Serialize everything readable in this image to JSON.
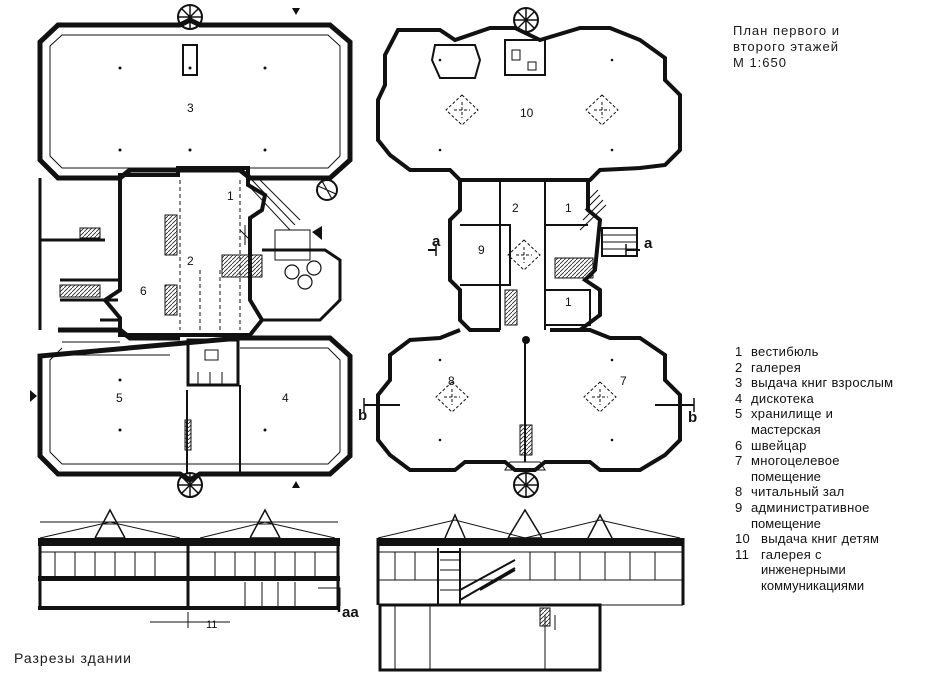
{
  "title": {
    "line1": "План первого и",
    "line2": "второго этажей",
    "line3": "М 1:650"
  },
  "legend": [
    {
      "num": "1",
      "label": "вестибюль"
    },
    {
      "num": "2",
      "label": "галерея"
    },
    {
      "num": "3",
      "label": "выдача книг взрослым"
    },
    {
      "num": "4",
      "label": "дискотека"
    },
    {
      "num": "5",
      "label": "хранилище и",
      "cont": "мастерская"
    },
    {
      "num": "6",
      "label": "швейцар"
    },
    {
      "num": "7",
      "label": "многоцелевое",
      "cont": "помещение"
    },
    {
      "num": "8",
      "label": "читальный зал"
    },
    {
      "num": "9",
      "label": "административное",
      "cont": "помещение"
    },
    {
      "num": "10",
      "label": "выдача книг детям"
    },
    {
      "num": "11",
      "label": "галерея с",
      "cont": "инженерными",
      "cont2": "коммуникациями"
    }
  ],
  "plan1_labels": {
    "r1": "1",
    "r2": "2",
    "r3": "3",
    "r4": "4",
    "r5": "5",
    "r6": "6"
  },
  "plan2_labels": {
    "r1a": "1",
    "r1b": "1",
    "r2": "2",
    "r7": "7",
    "r8": "8",
    "r9": "9",
    "r10": "10"
  },
  "section_marks": {
    "a_left": "a",
    "a_right": "a",
    "b_left": "b",
    "b_right": "b",
    "aa": "aa",
    "eleven": "11"
  },
  "caption": "Разрезы здании"
}
